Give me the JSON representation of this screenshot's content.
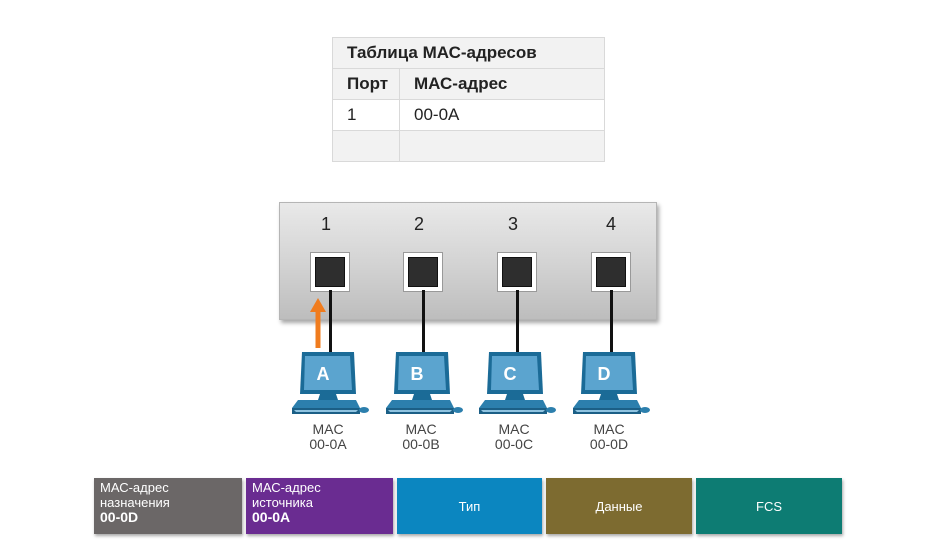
{
  "mac_table": {
    "title": "Таблица МАС-адресов",
    "col_port": "Порт",
    "col_mac": "МАС-адрес",
    "rows": [
      {
        "port": "1",
        "mac": "00-0A"
      }
    ]
  },
  "switch": {
    "ports": [
      "1",
      "2",
      "3",
      "4"
    ]
  },
  "computers": [
    {
      "letter": "A",
      "mac_label": "MAC",
      "mac": "00-0A"
    },
    {
      "letter": "B",
      "mac_label": "MAC",
      "mac": "00-0B"
    },
    {
      "letter": "C",
      "mac_label": "MAC",
      "mac": "00-0C"
    },
    {
      "letter": "D",
      "mac_label": "MAC",
      "mac": "00-0D"
    }
  ],
  "frame": {
    "dest": {
      "line1": "МАС-адрес",
      "line2": "назначения",
      "value": "00-0D",
      "color": "#6b6767"
    },
    "src": {
      "line1": "МАС-адрес",
      "line2": "источника",
      "value": "00-0A",
      "color": "#6a2c91"
    },
    "type": {
      "label": "Тип",
      "color": "#0b86c0"
    },
    "data": {
      "label": "Данные",
      "color": "#7d6b30"
    },
    "fcs": {
      "label": "FCS",
      "color": "#0d7c73"
    }
  },
  "colors": {
    "arrow": "#f07c1e",
    "pc_screen": "#5ba4cf"
  }
}
